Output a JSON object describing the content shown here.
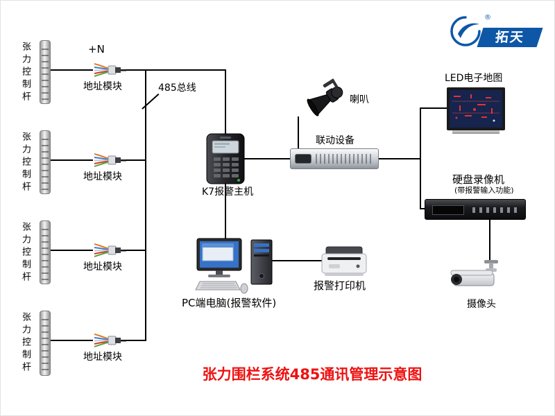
{
  "diagram": {
    "title": "张力围栏系统485通讯管理示意图",
    "logo": {
      "brand": "拓天",
      "registered_mark": "®"
    },
    "annotations": {
      "plus_n": "+N",
      "bus": "485总线"
    },
    "nodes": {
      "pole": "张力控制杆",
      "module": "地址模块",
      "k7_host": "K7报警主机",
      "speaker": "喇叭",
      "linkage_device": "联动设备",
      "led_map": "LED电子地图",
      "dvr": "硬盘录像机",
      "dvr_note": "(带报警输入功能)",
      "camera": "摄像头",
      "pc": "PC端电脑(报警软件)",
      "printer": "报警打印机"
    },
    "colors": {
      "title": "#ee1111",
      "brand": "#0e57a7",
      "line": "#000000"
    }
  }
}
